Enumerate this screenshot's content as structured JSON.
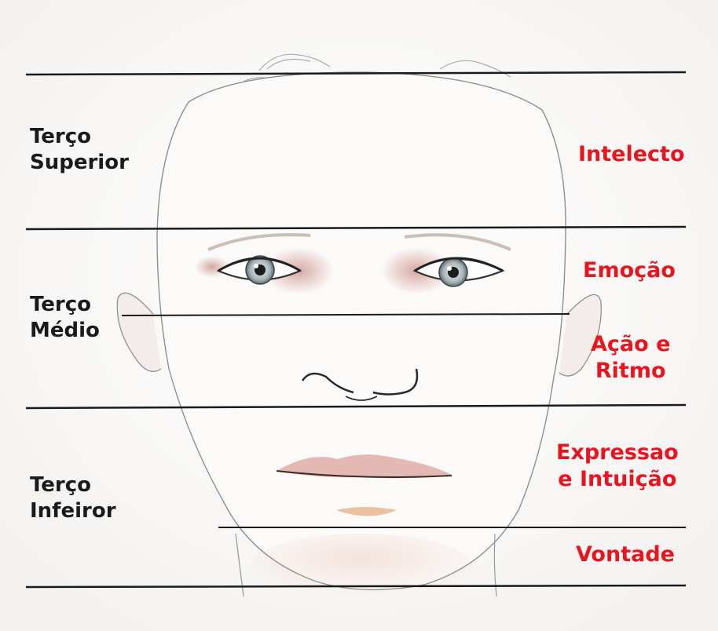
{
  "left_labels": {
    "upper": {
      "line1": "Terço",
      "line2": "Superior"
    },
    "middle": {
      "line1": "Terço",
      "line2": "Médio"
    },
    "lower": {
      "line1": "Terço",
      "line2": "Infeiror"
    }
  },
  "right_labels": {
    "intellect": "Intelecto",
    "emotion": "Emoção",
    "action": {
      "line1": "Ação e",
      "line2": "Ritmo"
    },
    "expression": {
      "line1": "Expressao",
      "line2": "e Intuição"
    },
    "will": "Vontade"
  },
  "colors": {
    "accent_text": "#e8141e",
    "line": "#1a1a1a",
    "skin_blush": "#d9a59a",
    "lips": "#d9a0a0",
    "iris": "#9fb0b8"
  }
}
